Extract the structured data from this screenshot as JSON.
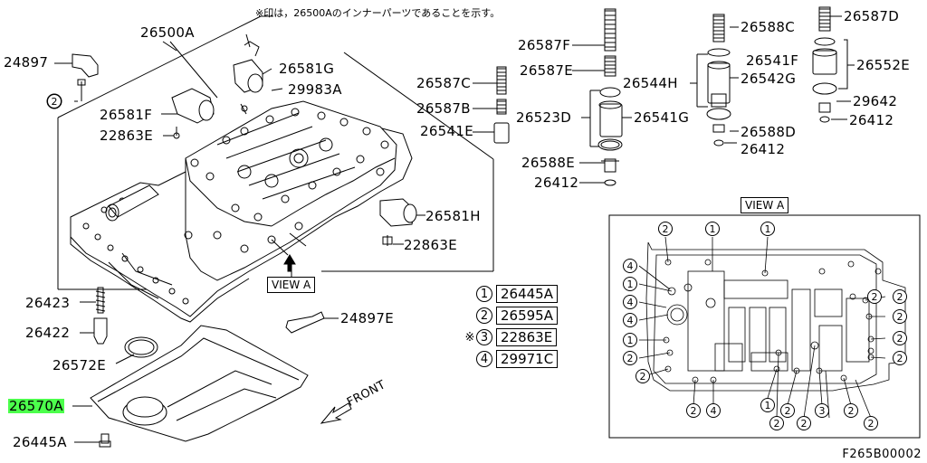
{
  "header_note": "※印は，26500Aのインナーパーツであることを示す。",
  "figure_code": "F265B00002",
  "parts": {
    "p26500A": "26500A",
    "p24897": "24897",
    "p26581G": "26581G",
    "p29983A": "29983A",
    "p26581F": "26581F",
    "p22863E_a": "22863E",
    "p26581H": "26581H",
    "p22863E_b": "22863E",
    "p24897E": "24897E",
    "p26423": "26423",
    "p26422": "26422",
    "p26572E": "26572E",
    "p26570A": "26570A",
    "p26445A": "26445A",
    "p26587F": "26587F",
    "p26587E": "26587E",
    "p26587C": "26587C",
    "p26587B": "26587B",
    "p26541E": "26541E",
    "p26544H": "26544H",
    "p26523D": "26523D",
    "p26541G": "26541G",
    "p26588E": "26588E",
    "p26412_a": "26412",
    "p26588C": "26588C",
    "p26541F": "26541F",
    "p26542G": "26542G",
    "p26588D": "26588D",
    "p26412_b": "26412",
    "p26587D": "26587D",
    "p26552E": "26552E",
    "p29642": "29642",
    "p26412_c": "26412"
  },
  "view_a_arrow_label": "VIEW A",
  "view_a_title": "VIEW A",
  "front_label": "FRONT",
  "callout_2": "2",
  "legend": [
    {
      "num": "1",
      "part": "26445A",
      "star": ""
    },
    {
      "num": "2",
      "part": "26595A",
      "star": ""
    },
    {
      "num": "3",
      "part": "22863E",
      "star": "※"
    },
    {
      "num": "4",
      "part": "29971C",
      "star": ""
    }
  ],
  "view_a_callouts": {
    "c01": "2",
    "c02": "1",
    "c03": "1",
    "c04": "4",
    "c05": "1",
    "c06": "4",
    "c07": "4",
    "c08": "1",
    "c09": "2",
    "c10": "2",
    "c11": "2",
    "c12": "2",
    "c13": "2",
    "c14": "2",
    "c15": "2",
    "c16": "2",
    "c17": "4",
    "c18": "1",
    "c19": "2",
    "c20": "2",
    "c21": "2",
    "c22": "3",
    "c23": "2",
    "c24": "2"
  }
}
